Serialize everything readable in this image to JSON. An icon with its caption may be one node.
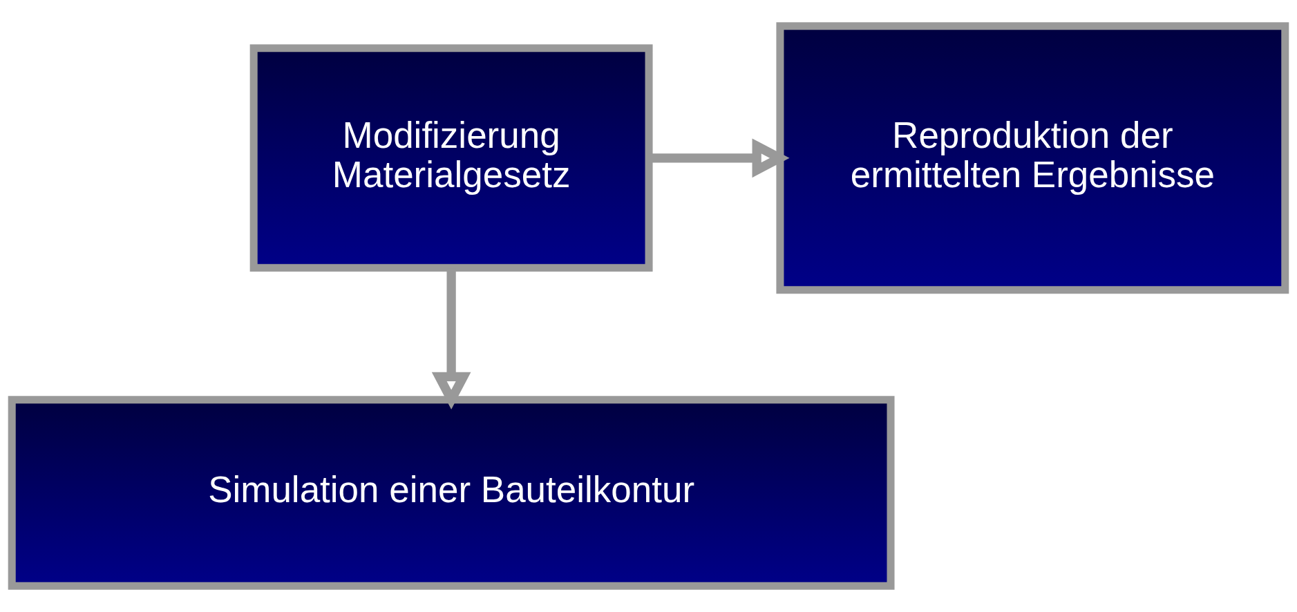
{
  "diagram": {
    "nodes": [
      {
        "text": [
          "Modifizierung Materialgesetz"
        ]
      },
      {
        "text": [
          "Reproduktion der ermittelten Ergebnisse"
        ]
      },
      {
        "text": [
          "Simulation einer Bauteilkontur"
        ]
      }
    ],
    "edges": [
      {
        "from": 0,
        "to": 1,
        "arrow": "to"
      },
      {
        "from": 0,
        "to": 2,
        "arrow": "to"
      }
    ]
  }
}
